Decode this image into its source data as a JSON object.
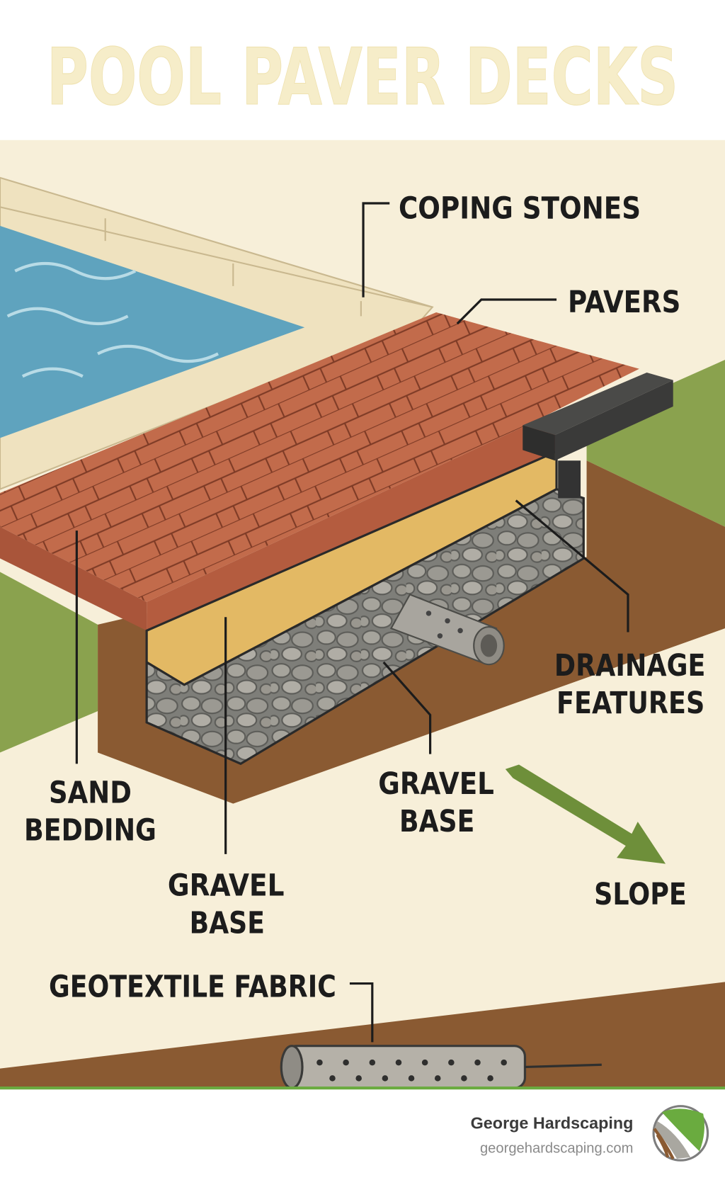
{
  "title": "POOL PAVER DECKS",
  "labels": {
    "coping_stones": "COPING STONES",
    "pavers": "PAVERS",
    "drainage_line1": "DRAINAGE",
    "drainage_line2": "FEATURES",
    "gravel_base_mid_line1": "GRAVEL",
    "gravel_base_mid_line2": "BASE",
    "slope": "SLOPE",
    "sand_bedding_line1": "SAND",
    "sand_bedding_line2": "BEDDING",
    "gravel_base_left_line1": "GRAVEL",
    "gravel_base_left_line2": "BASE",
    "geotextile_fabric": "GEOTEXTILE FABRIC"
  },
  "footer": {
    "brand_name": "George Hardscaping",
    "website": "georgehardscaping.com",
    "logo_icon": "leaf-stone-soil-circle-logo"
  },
  "colors": {
    "title": "#f6edc9",
    "background": "#f7efd9",
    "water": "#5fa3be",
    "coping": "#efe2bf",
    "pavers": "#c0694a",
    "sand": "#e3b964",
    "gravel": "#8f8f8a",
    "soil": "#8a5a32",
    "grass": "#8aa24e",
    "accent_green": "#6aab3f"
  }
}
